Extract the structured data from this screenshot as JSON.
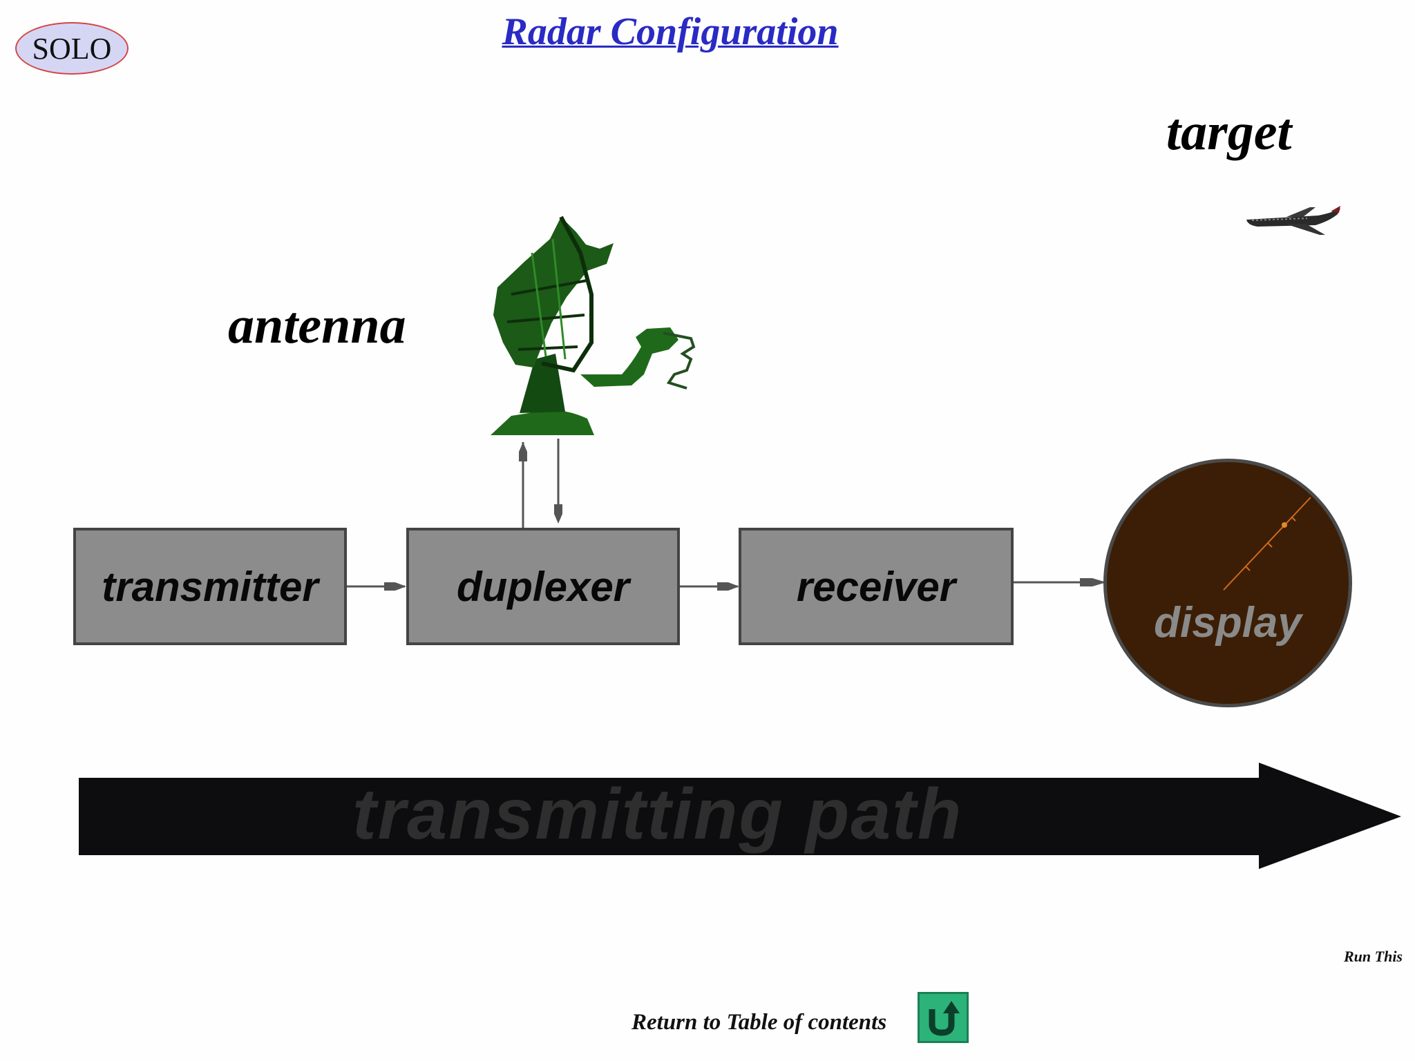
{
  "logo": {
    "text": "SOLO"
  },
  "title": "Radar Configuration",
  "labels": {
    "antenna": "antenna",
    "target": "target"
  },
  "blocks": {
    "transmitter": "transmitter",
    "duplexer": "duplexer",
    "receiver": "receiver",
    "display": "display"
  },
  "path_label": "transmitting path",
  "footer": {
    "run_this": "Run This",
    "return_link": "Return to Table of contents"
  },
  "icons": {
    "antenna": "radar-dish-icon",
    "target": "airplane-icon",
    "return": "return-arrow-icon"
  },
  "colors": {
    "title": "#2a2ac4",
    "block_fill": "#8c8c8c",
    "display_fill": "#3b1e05",
    "antenna": "#1f5a1a",
    "path_arrow": "#0d0d0f",
    "return_button": "#2bb37a"
  }
}
